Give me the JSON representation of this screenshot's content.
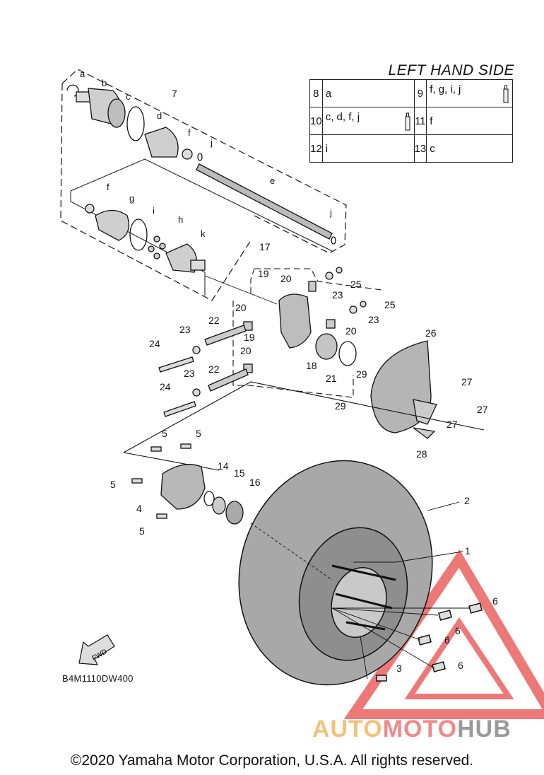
{
  "legend": {
    "title": "LEFT HAND SIDE",
    "rows": [
      {
        "num_a": "8",
        "val_a": "a",
        "num_b": "9",
        "val_b": "f, g, i, j"
      },
      {
        "num_a": "10",
        "val_a": "c, d, f, j",
        "num_b": "11",
        "val_b": "f"
      },
      {
        "num_a": "12",
        "val_a": "i",
        "num_b": "13",
        "val_b": "c"
      }
    ],
    "grease_icon": "grease-tube-icon"
  },
  "callouts": {
    "n1": "1",
    "n2": "2",
    "n3": "3",
    "n4": "4",
    "n5": "5",
    "n6": "6",
    "n7": "7",
    "n14": "14",
    "n15": "15",
    "n16": "16",
    "n17": "17",
    "n18": "18",
    "n19": "19",
    "n20": "20",
    "n21": "21",
    "n22": "22",
    "n23": "23",
    "n24": "24",
    "n25": "25",
    "n26": "26",
    "n27": "27",
    "n28": "28",
    "n29": "29",
    "la": "a",
    "lb": "b",
    "lc": "c",
    "ld": "d",
    "le": "e",
    "lf": "f",
    "lg": "g",
    "lh": "h",
    "li": "i",
    "lj": "j",
    "lk": "k"
  },
  "fwd_label": "FWD",
  "diagram_code": "B4M1110DW400",
  "copyright": "©2020 Yamaha Motor Corporation, U.S.A. All rights reserved.",
  "watermark": {
    "part1": "AUTO",
    "part2": "MOTO",
    "part3": "HUB",
    "color": "#e33"
  }
}
